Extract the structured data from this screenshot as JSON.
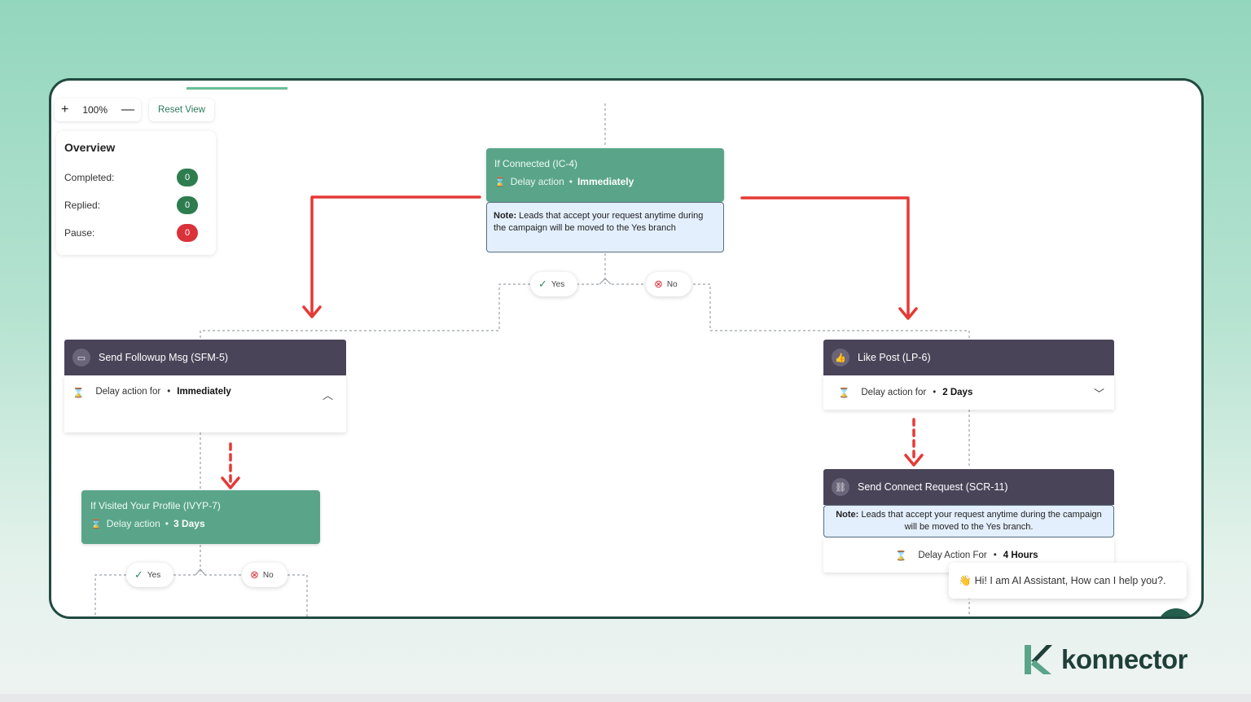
{
  "zoom": {
    "plus": "+",
    "level": "100%",
    "minus": "—",
    "reset_label": "Reset View"
  },
  "overview": {
    "title": "Overview",
    "rows": [
      {
        "label": "Completed:",
        "count": "0",
        "color": "#2e7d4f"
      },
      {
        "label": "Replied:",
        "count": "0",
        "color": "#2e7d4f"
      },
      {
        "label": "Pause:",
        "count": "0",
        "color": "#d9323a"
      }
    ]
  },
  "nodes": {
    "if_connected": {
      "title": "If Connected (IC-4)",
      "delay_label": "Delay action",
      "delay_value": "Immediately",
      "note_prefix": "Note:",
      "note_text": "Leads that accept your request anytime during the campaign will be moved to the Yes branch"
    },
    "send_followup": {
      "title": "Send Followup Msg (SFM-5)",
      "delay_label": "Delay action for",
      "delay_value": "Immediately"
    },
    "like_post": {
      "title": "Like Post (LP-6)",
      "delay_label": "Delay action for",
      "delay_value": "2 Days"
    },
    "if_visited": {
      "title": "If Visited Your Profile (IVYP-7)",
      "delay_label": "Delay action",
      "delay_value": "3 Days"
    },
    "send_connect": {
      "title": "Send Connect Request (SCR-11)",
      "note_prefix": "Note:",
      "note_text": "Leads that accept your request anytime during the campaign will be moved to the Yes branch.",
      "delay_label": "Delay Action For",
      "delay_value": "4 Hours"
    }
  },
  "branches": {
    "yes": "Yes",
    "no": "No"
  },
  "chat": {
    "emoji": "👋",
    "message": "Hi! I am AI Assistant, How can I help you?."
  },
  "brand": {
    "name": "konnector",
    "accent": "#5aa58a",
    "dark": "#1f3f38"
  },
  "colors": {
    "arrow_red": "#e53935",
    "node_dark": "#4a4459",
    "node_green": "#5aa58a"
  },
  "icons": {
    "delay": "hourglass-icon",
    "followup": "message-icon",
    "like": "thumbs-up-icon",
    "connect": "link-icon"
  }
}
